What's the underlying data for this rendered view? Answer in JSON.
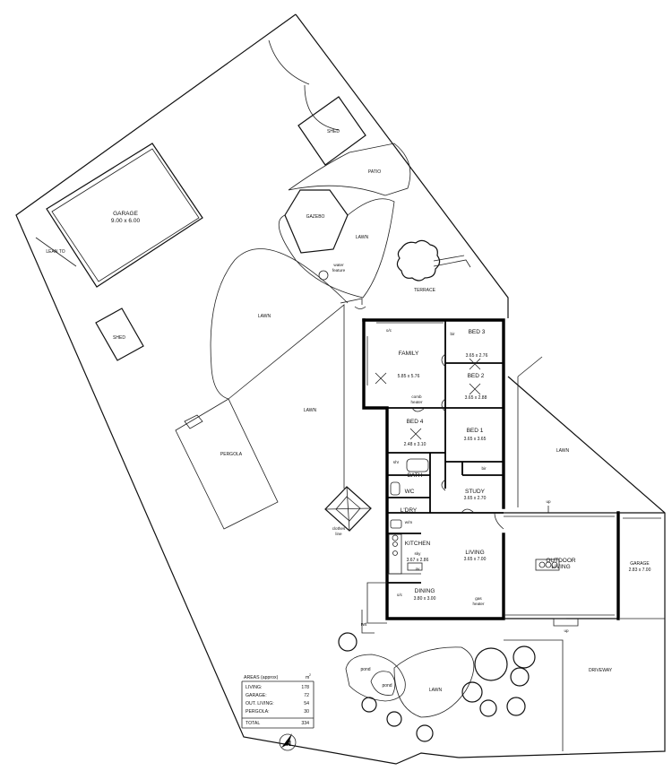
{
  "site_labels": {
    "shed_top": "SHED",
    "patio": "PATIO",
    "garage_rear": "GARAGE",
    "garage_rear_dims": "9.00 x 6.00",
    "gazebo": "GAZEBO",
    "lean_to": "LEAN TO",
    "lawn_upper": "LAWN",
    "water_feature_1": "water",
    "water_feature_2": "feature",
    "terrace": "TERRACE",
    "lawn_left": "LAWN",
    "shed_left": "SHED",
    "lawn_mid": "LAWN",
    "pergola": "PERGOLA",
    "clothes_line_1": "clothes",
    "clothes_line_2": "line",
    "lawn_right": "LAWN",
    "garage_front": "GARAGE",
    "garage_front_dims": "2.83 x 7.00",
    "driveway": "DRIVEWAY",
    "rwt": "rwt",
    "pond_1": "pond",
    "pond_2": "pond",
    "lawn_front": "LAWN"
  },
  "rooms": {
    "family": "FAMILY",
    "family_dims": "5.85 x 5.76",
    "oc_family": "o/c",
    "comb_heater_1": "comb",
    "comb_heater_2": "heater",
    "bir_bed3": "bir",
    "bed3": "BED 3",
    "bed3_dims": "3.65 x 2.76",
    "bed2": "BED 2",
    "bed2_dims": "3.65 x 2.88",
    "bed4": "BED 4",
    "bed4_dims": "2.48 x 3.10",
    "bed1": "BED 1",
    "bed1_dims": "3.65 x 3.65",
    "bir_bed1": "bir",
    "shr": "shr",
    "bath": "BATH",
    "wc": "WC",
    "study": "STUDY",
    "study_dims": "3.65 x 2.70",
    "ldry": "L'DRY",
    "wm": "w/m",
    "kitchen": "KITCHEN",
    "sky": "sky",
    "kitchen_dims": "3.67 x 2.86",
    "ov": "ov",
    "living": "LIVING",
    "living_dims": "3.65 x 7.00",
    "outdoor_living_1": "OUTDOOR",
    "outdoor_living_2": "LIVING",
    "oc_dining": "o/c",
    "dining": "DINING",
    "dining_dims": "3.80 x 3.00",
    "gas_heater_1": "gas",
    "gas_heater_2": "heater",
    "up_top": "up",
    "up_bottom": "up"
  },
  "areas_table": {
    "header": "AREAS (approx)",
    "unit": "m",
    "unit_sup": "2",
    "rows": [
      {
        "label": "LIVING:",
        "value": "178"
      },
      {
        "label": "GARAGE:",
        "value": "72"
      },
      {
        "label": "OUT. LIVING:",
        "value": "54"
      },
      {
        "label": "PERGOLA:",
        "value": "30"
      }
    ],
    "total_label": "TOTAL",
    "total_value": "334"
  },
  "north_arrow": "N"
}
